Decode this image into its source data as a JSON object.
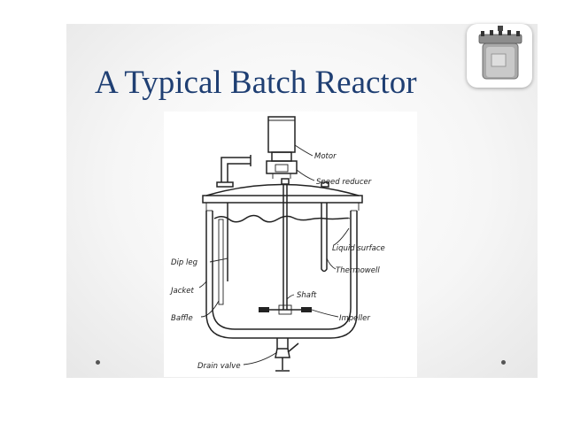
{
  "slide": {
    "title": "A Typical Batch Reactor"
  },
  "thumbnail": {
    "icon": "batch-reactor-photo-icon"
  },
  "diagram": {
    "labels": {
      "motor": "Motor",
      "speed_reducer": "Speed reducer",
      "liquid_surface": "Liquid surface",
      "dip_leg": "Dip leg",
      "thermowell": "Thermowell",
      "jacket": "Jacket",
      "shaft": "Shaft",
      "baffle": "Baffle",
      "impeller": "Impeller",
      "drain_valve": "Drain valve"
    }
  },
  "colors": {
    "title": "#1f3f73",
    "line": "#222222",
    "slide_background": "#f4f4f4"
  }
}
